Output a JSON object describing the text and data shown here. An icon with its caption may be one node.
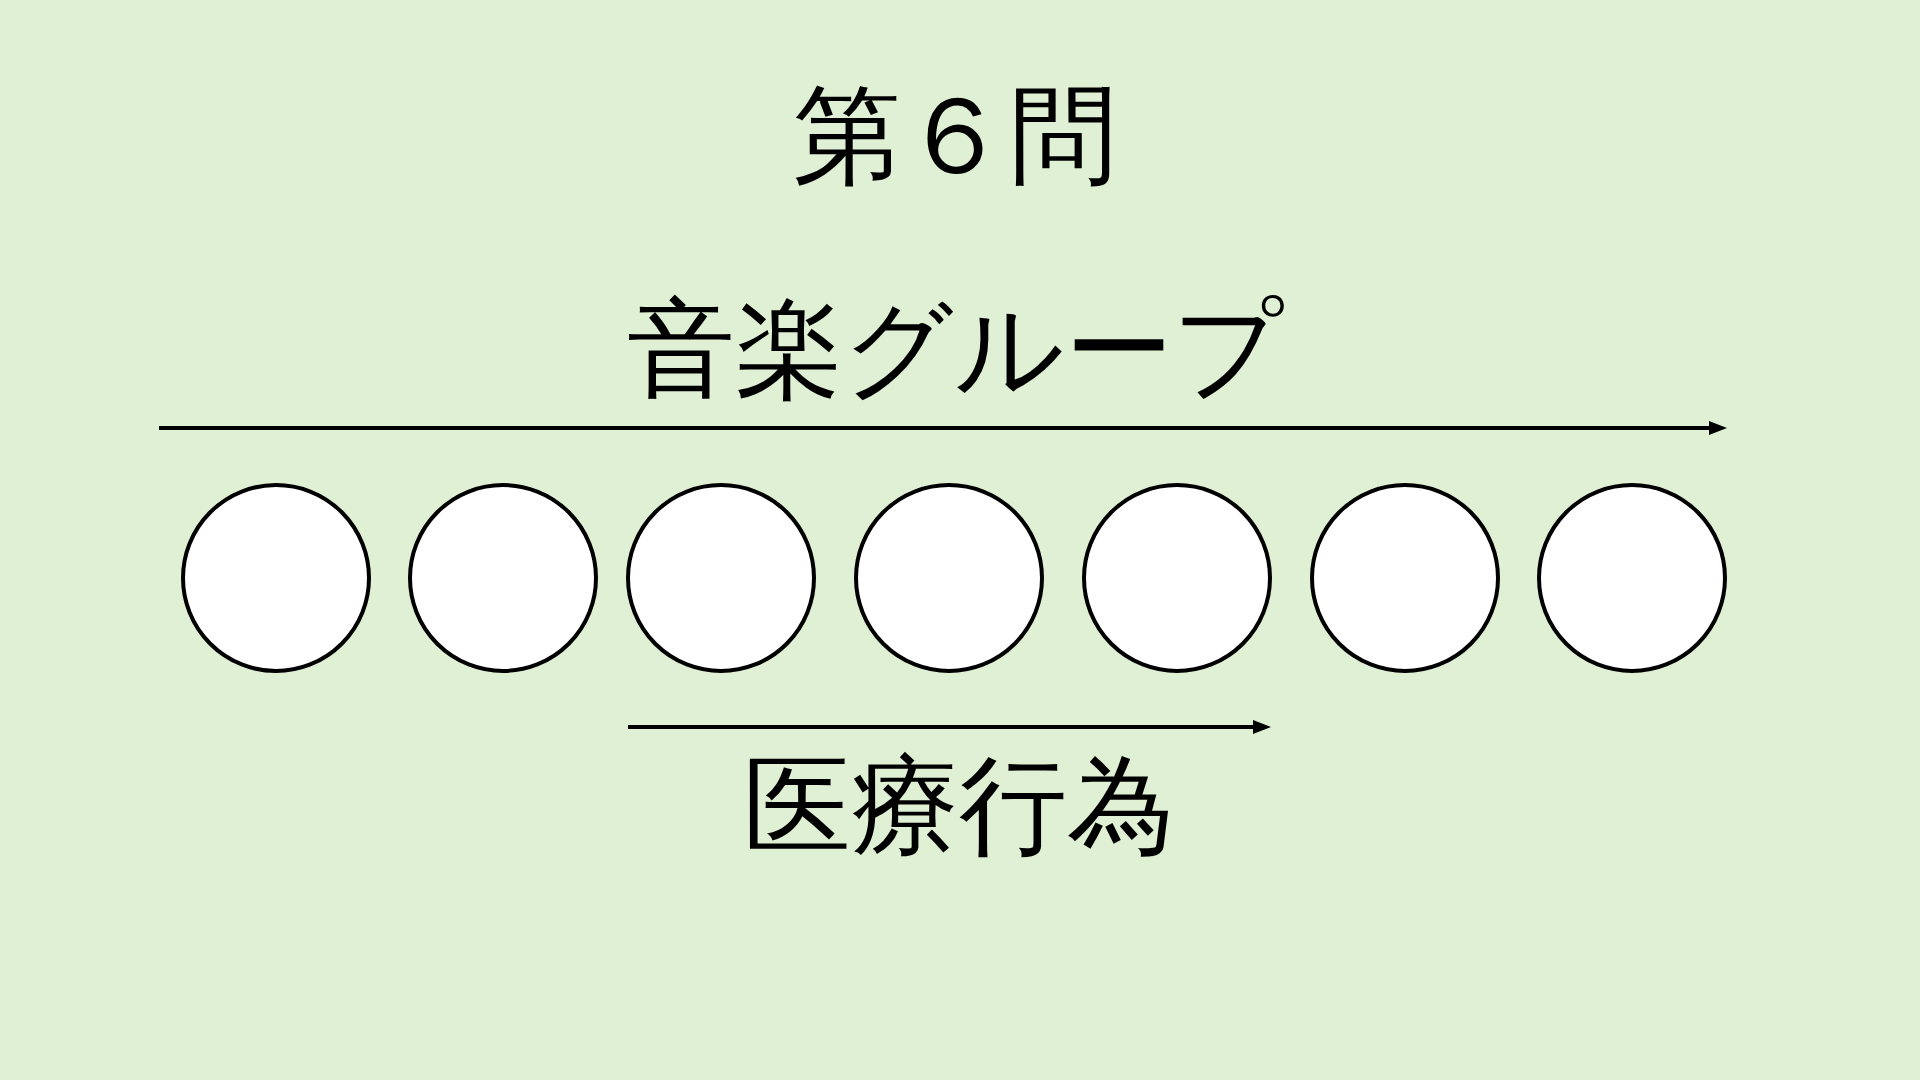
{
  "diagram": {
    "title": "第６問",
    "nodes": [
      {
        "text": [],
        "shape": "circle"
      },
      {
        "text": [],
        "shape": "circle"
      },
      {
        "text": [],
        "shape": "circle"
      },
      {
        "text": [],
        "shape": "circle"
      },
      {
        "text": [],
        "shape": "circle"
      },
      {
        "text": [],
        "shape": "circle"
      },
      {
        "text": [],
        "shape": "circle"
      }
    ],
    "edges": [],
    "labels": [
      "音楽グループ",
      "医療行為"
    ]
  }
}
